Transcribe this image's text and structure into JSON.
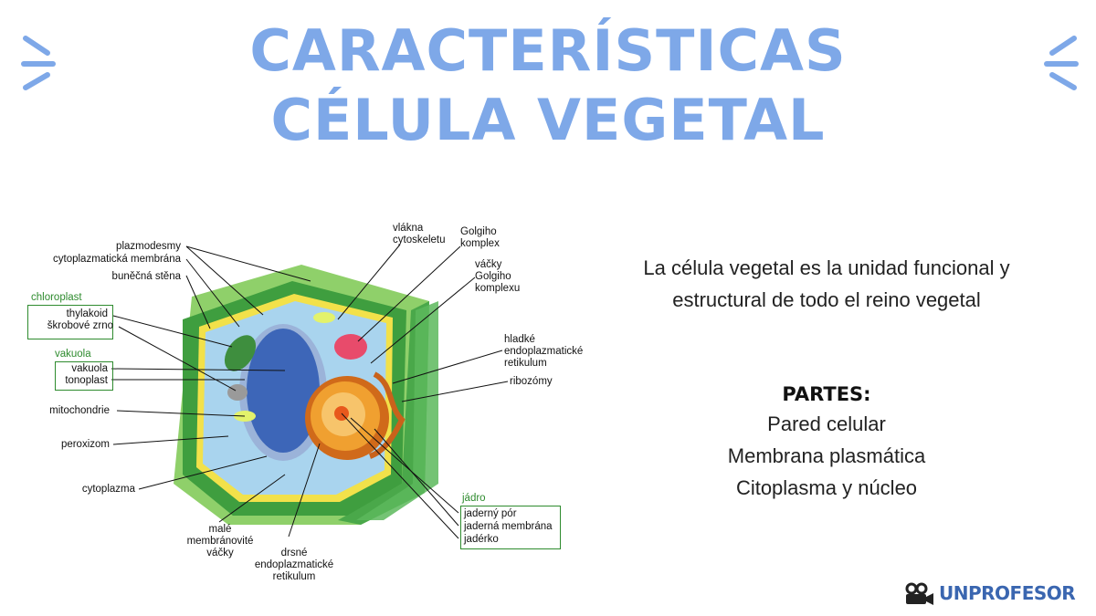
{
  "title": {
    "line1": "CARACTERÍSTICAS",
    "line2": "CÉLULA VEGETAL"
  },
  "description": "La célula vegetal es la unidad funcional y estructural de todo el reino vegetal",
  "parts": {
    "heading": "PARTES:",
    "items": [
      "Pared celular",
      "Membrana plasmática",
      "Citoplasma y núcleo"
    ]
  },
  "brand": {
    "name": "UNPROFESOR"
  },
  "diagram_labels": {
    "plazmodesmy": "plazmodesmy",
    "cytoplazmaticka_membrana": "cytoplazmatická membrána",
    "bunecna_stena": "buněčná stěna",
    "chloroplast": "chloroplast",
    "thylakoid": "thylakoid",
    "skrobove_zrno": "škrobové zrno",
    "vakuola_group": "vakuola",
    "vakuola": "vakuola",
    "tonoplast": "tonoplast",
    "mitochondrie": "mitochondrie",
    "peroxizom": "peroxizom",
    "cytoplazma": "cytoplazma",
    "male_1": "malé",
    "male_2": "membránovité",
    "male_3": "váčky",
    "drsne_1": "drsné",
    "drsne_2": "endoplazmatické",
    "drsne_3": "retikulum",
    "vlakna_1": "vlákna",
    "vlakna_2": "cytoskeletu",
    "golgi_1": "Golgiho",
    "golgi_2": "komplex",
    "vacky_1": "váčky",
    "vacky_2": "Golgiho",
    "vacky_3": "komplexu",
    "hladke_1": "hladké",
    "hladke_2": "endoplazmatické",
    "hladke_3": "retikulum",
    "ribozomy": "ribozómy",
    "jadro": "jádro",
    "jaderny_por": "jaderný pór",
    "jaderna_membrana": "jaderná membrána",
    "jaderko": "jadérko"
  },
  "colors": {
    "title": "#7ea8e8",
    "label_green": "#2e8b2e",
    "brand": "#3a66b0",
    "cell_wall": "#3f9e3f",
    "cytoplasm": "#a9d4ee",
    "vacuole": "#3d66b8",
    "nucleus": "#f0a030"
  }
}
